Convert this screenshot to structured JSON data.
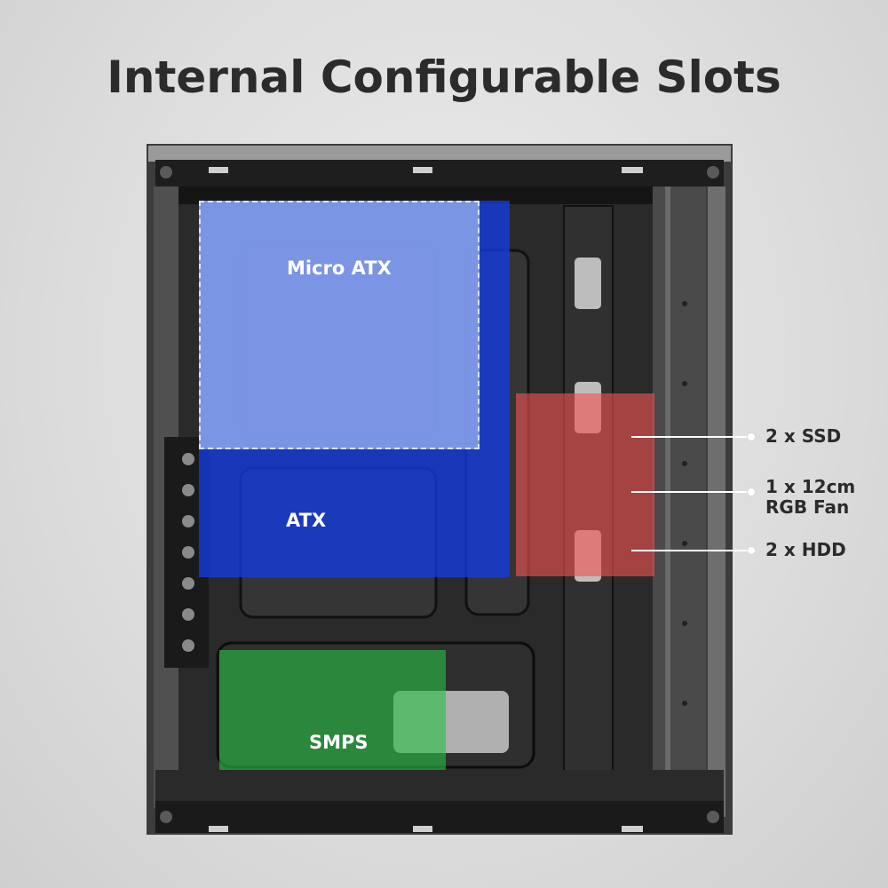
{
  "title": "Internal Configurable Slots",
  "zones": {
    "micro_atx": "Micro ATX",
    "atx": "ATX",
    "smps": "SMPS"
  },
  "callouts": {
    "ssd": "2 x SSD",
    "fan_line1": "1 x 12cm",
    "fan_line2": "RGB Fan",
    "hdd": "2 x HDD"
  },
  "colors": {
    "micro_atx": "#96AFF0",
    "atx": "#143CE1",
    "drives": "#F05050",
    "smps": "#28BE46",
    "title": "#2B2B2B"
  }
}
